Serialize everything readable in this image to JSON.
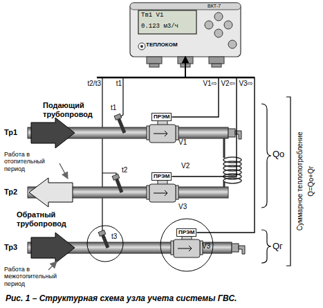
{
  "diagram": {
    "caption": "Рис. 1 – Структурная схема узла учета системы ГВС.",
    "nodes": [
      {
        "text": [
          "ВКТ-7",
          "Тв1 V1",
          "0.123 м3/ч",
          "ТЕПЛОКОМ"
        ]
      },
      {
        "text": [
          "ПРЭМ"
        ]
      },
      {
        "text": [
          "ПРЭМ"
        ]
      },
      {
        "text": [
          "ПРЭМ"
        ]
      }
    ],
    "edges": [
      {
        "from": 1,
        "to": 0,
        "arrow": "to"
      },
      {
        "from": 2,
        "to": 0,
        "arrow": "to"
      },
      {
        "from": 3,
        "to": 0,
        "arrow": "to"
      }
    ],
    "labels": [
      "t2/t3",
      "t1",
      "V1⇨",
      "V2⇦",
      "V3⇨",
      "Подающий трубопровод",
      "Тр1",
      "t1",
      "V1",
      "Работа в отопительный период",
      "Тр2",
      "t2",
      "V2",
      "V3",
      "Обратный трубопровод",
      "Тр3",
      "t3",
      "V3",
      "Работа в межотопительный период",
      "Qо",
      "Qг",
      "Суммарное теплопотребление",
      "Q=Qо+Qг"
    ]
  }
}
